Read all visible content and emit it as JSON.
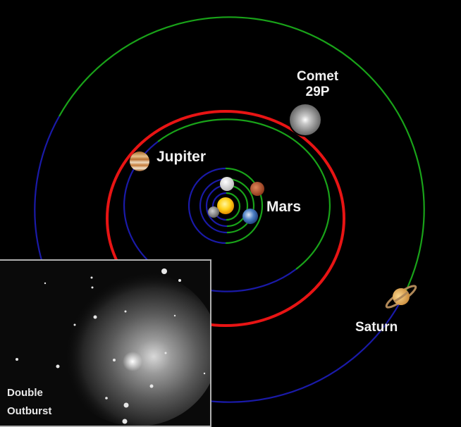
{
  "diagram": {
    "type": "solar-system-orbit-diagram",
    "background_color": "#000000",
    "orbit_colors": {
      "near_side": "#1a1aa8",
      "far_side": "#19a319",
      "comet": "#e81414"
    },
    "labels": {
      "jupiter": "Jupiter",
      "mars": "Mars",
      "comet_line1": "Comet",
      "comet_line2": "29P",
      "saturn": "Saturn"
    },
    "bodies": [
      {
        "name": "Sun",
        "color": "#ffd21a"
      },
      {
        "name": "Mercury",
        "color": "#8a8a8a"
      },
      {
        "name": "Venus",
        "color": "#f0f0f0"
      },
      {
        "name": "Earth",
        "color": "#3d6fb8"
      },
      {
        "name": "Mars",
        "color": "#b5502e"
      },
      {
        "name": "Jupiter",
        "color": "#c98a4b"
      },
      {
        "name": "Comet 29P",
        "color": "#b8b8b8"
      },
      {
        "name": "Saturn",
        "color": "#e8b060"
      }
    ],
    "inset": {
      "caption_line1": "Double",
      "caption_line2": "Outburst",
      "border_color": "#b0b0b0"
    }
  }
}
